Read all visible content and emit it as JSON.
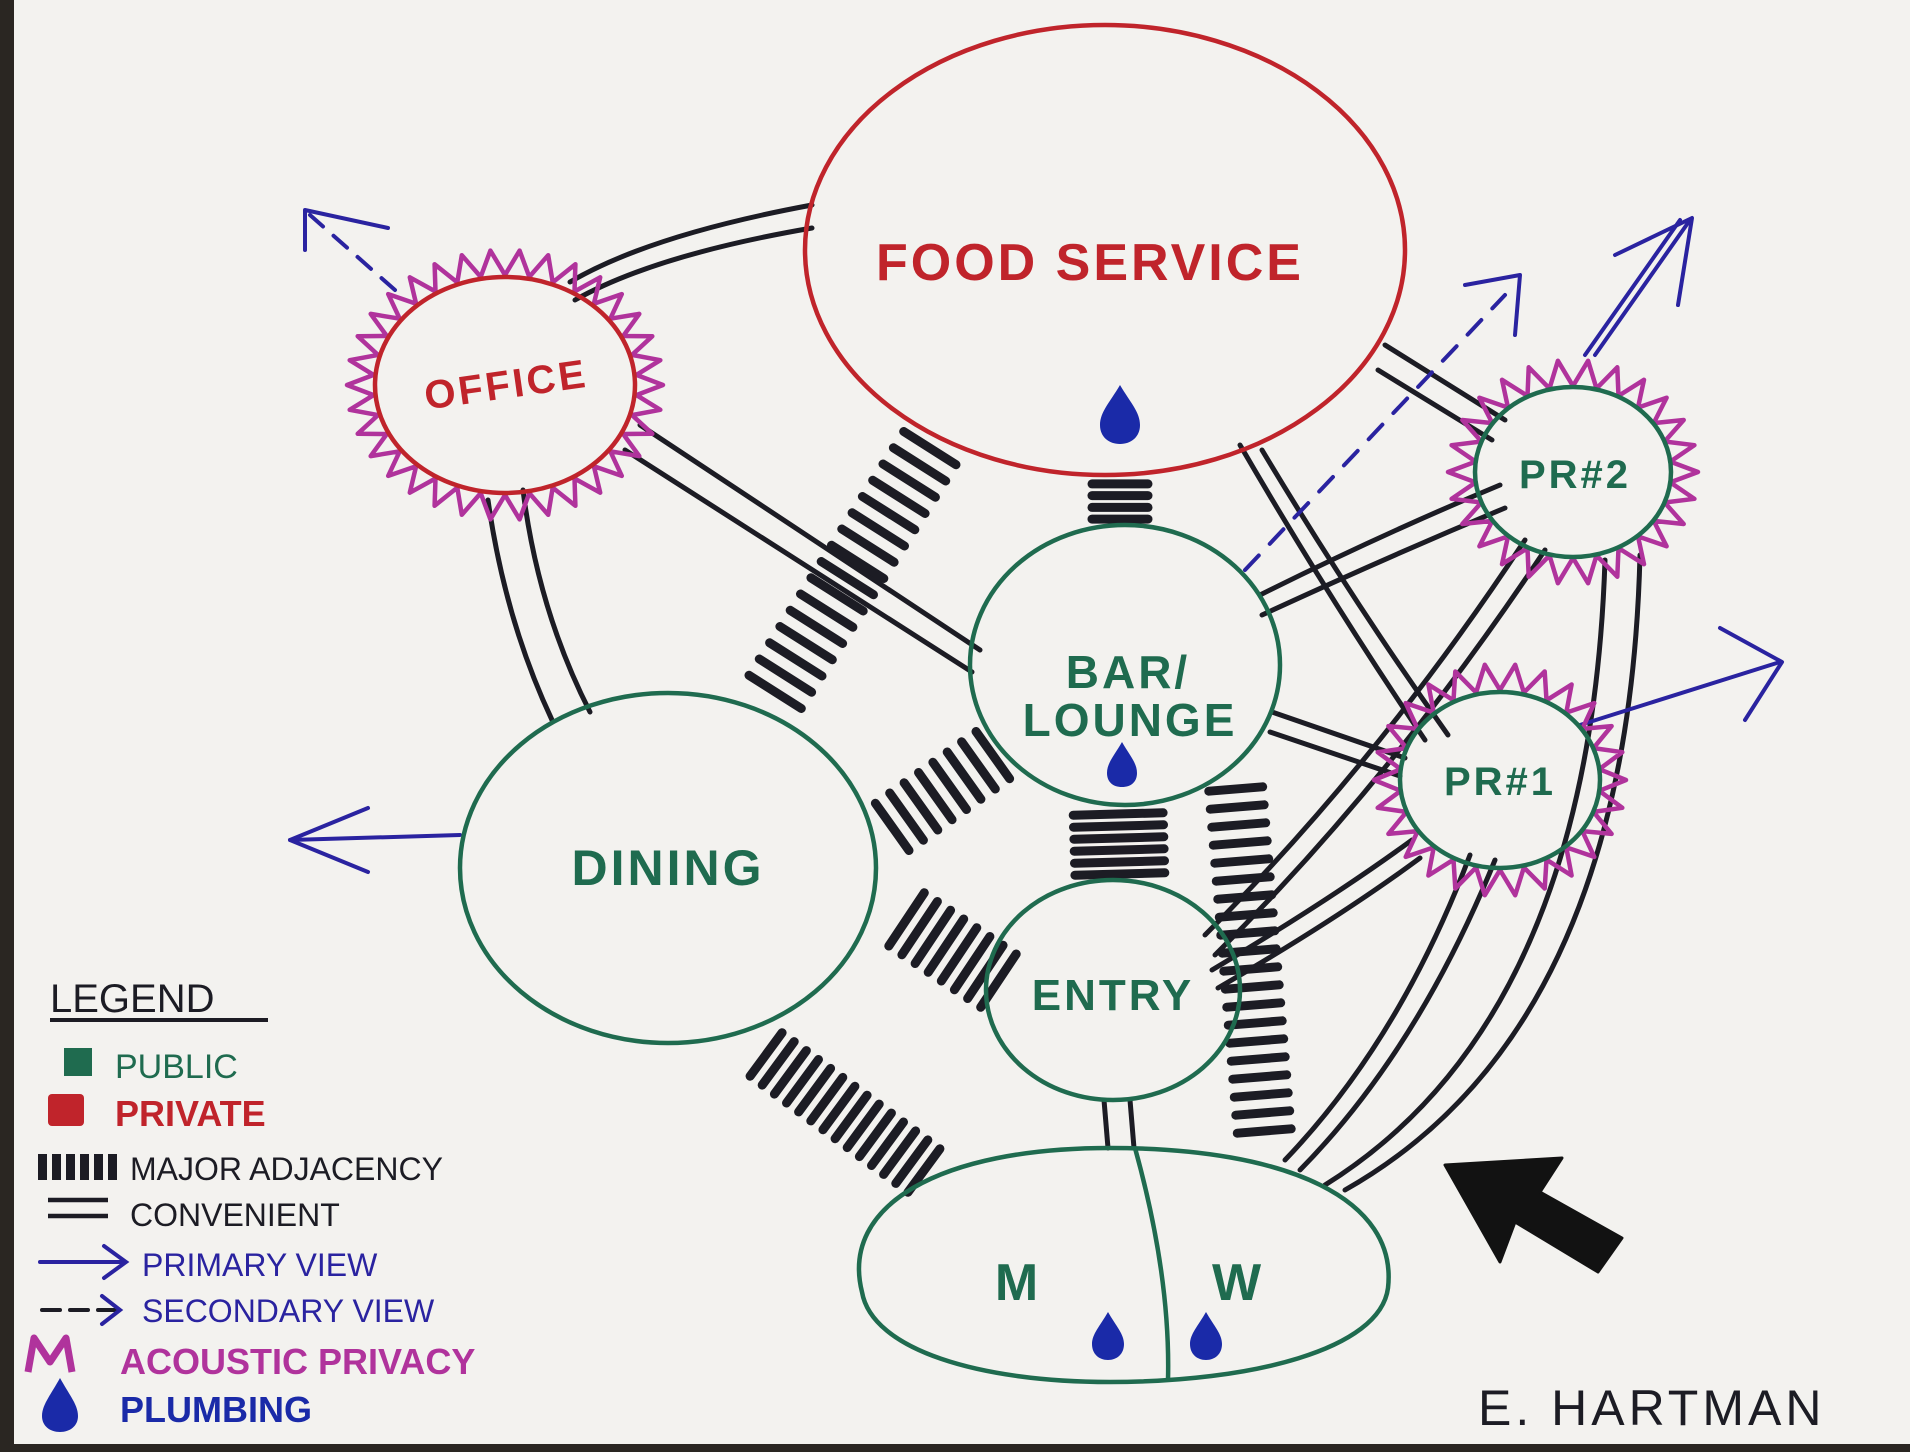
{
  "colors": {
    "paper": "#f3f2ef",
    "public": "#1f6b4f",
    "private": "#c0242b",
    "ink": "#1c1c24",
    "view": "#2a23a0",
    "acoustic": "#b0339c",
    "plumbing": "#1a2aa8"
  },
  "spaces": {
    "food_service": "FOOD SERVICE",
    "office": "OFFICE",
    "bar_lounge_line1": "BAR/",
    "bar_lounge_line2": "LOUNGE",
    "dining": "DINING",
    "entry": "ENTRY",
    "pr2": "PR#2",
    "pr1": "PR#1",
    "restroom_men": "M",
    "restroom_women": "W"
  },
  "legend": {
    "title": "LEGEND",
    "items": [
      {
        "label": "PUBLIC",
        "icon": "public-swatch-icon"
      },
      {
        "label": "PRIVATE",
        "icon": "private-swatch-icon"
      },
      {
        "label": "MAJOR ADJACENCY",
        "icon": "major-adjacency-icon"
      },
      {
        "label": "CONVENIENT",
        "icon": "convenient-line-icon"
      },
      {
        "label": "PRIMARY VIEW",
        "icon": "primary-view-arrow-icon"
      },
      {
        "label": "SECONDARY VIEW",
        "icon": "secondary-view-arrow-icon"
      },
      {
        "label": "ACOUSTIC PRIVACY",
        "icon": "acoustic-privacy-icon"
      },
      {
        "label": "PLUMBING",
        "icon": "plumbing-drop-icon"
      }
    ]
  },
  "signature": "E. HARTMAN"
}
